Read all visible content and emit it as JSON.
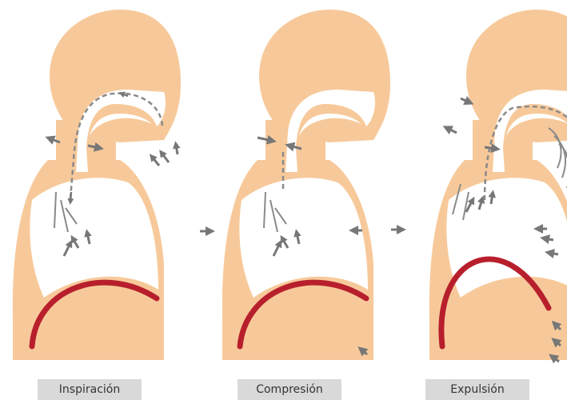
{
  "stages": [
    {
      "label": "Inspiración"
    },
    {
      "label": "Compresión"
    },
    {
      "label": "Expulsión"
    }
  ],
  "colors": {
    "body": "#f7c99a",
    "cavity": "#ffffff",
    "diaphragm": "#b81f2c",
    "arrow": "#777777",
    "airflow": "#8a8a8a",
    "label_bg": "#d9d9d9",
    "label_text": "#333333"
  }
}
